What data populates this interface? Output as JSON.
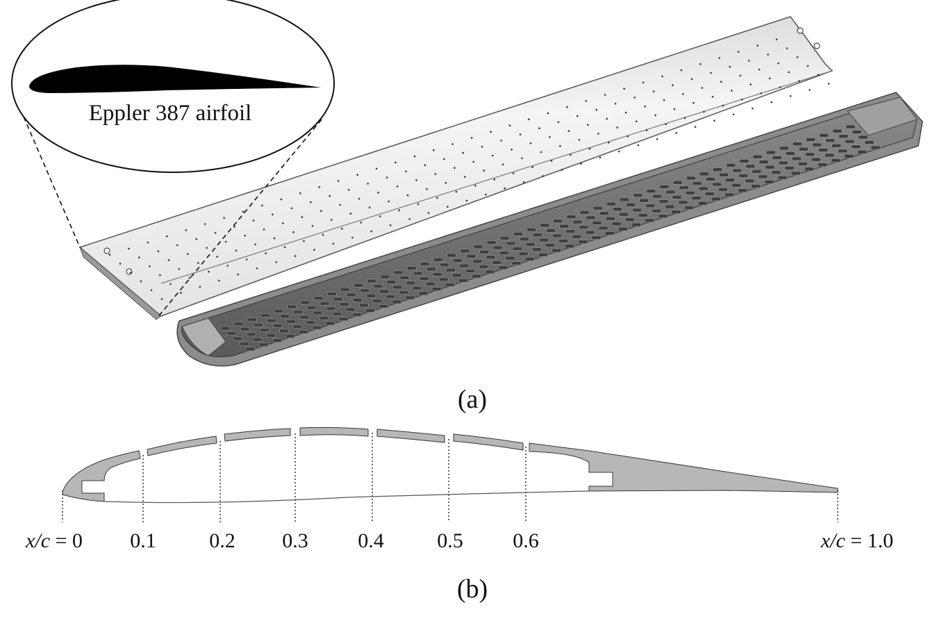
{
  "panel_a": {
    "label": "(a)",
    "inset_label": "Eppler 387 airfoil"
  },
  "panel_b": {
    "label": "(b)",
    "x_axis_var": "x/c",
    "stations": [
      {
        "text": "= 0",
        "value": 0.0,
        "prefix": true
      },
      {
        "text": "0.1",
        "value": 0.1
      },
      {
        "text": "0.2",
        "value": 0.2
      },
      {
        "text": "0.3",
        "value": 0.3
      },
      {
        "text": "0.4",
        "value": 0.4
      },
      {
        "text": "0.5",
        "value": 0.5
      },
      {
        "text": "0.6",
        "value": 0.6
      },
      {
        "text": "= 1.0",
        "value": 1.0,
        "prefix": true
      }
    ]
  },
  "colors": {
    "shell_light": "#ececec",
    "shell_dark": "#6b6b6b",
    "section_fill": "#b7b7b7",
    "outline": "#333333"
  }
}
